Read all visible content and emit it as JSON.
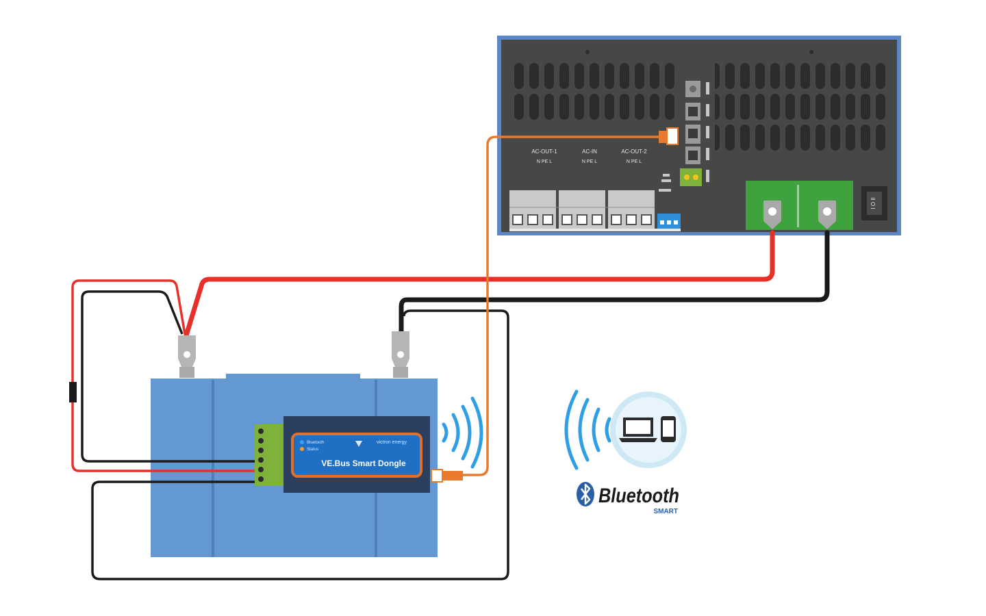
{
  "inverter": {
    "terminal_groups": [
      {
        "name": "AC-OUT-1",
        "pins": "N  PE  L"
      },
      {
        "name": "AC-IN",
        "pins": "N  PE  L"
      },
      {
        "name": "AC-OUT-2",
        "pins": "N  PE  L"
      }
    ],
    "switch_label": "I O II",
    "color": "#474747",
    "frame_color": "#5c86c4"
  },
  "dongle": {
    "title": "VE.Bus Smart Dongle",
    "brand": "victron energy",
    "led_labels": [
      "Bluetooth",
      "Status"
    ],
    "color": "#2d3f5e",
    "accent": "#e0702a"
  },
  "battery": {
    "color": "#6498d2"
  },
  "bluetooth": {
    "word": "Bluetooth",
    "sub": "SMART",
    "devices": [
      "laptop-icon",
      "phone-icon"
    ],
    "color": "#2a5fa8"
  },
  "cables": {
    "positive_color": "#e8302a",
    "negative_color": "#1a1a1a",
    "ve_bus_color": "#e87a2d"
  }
}
